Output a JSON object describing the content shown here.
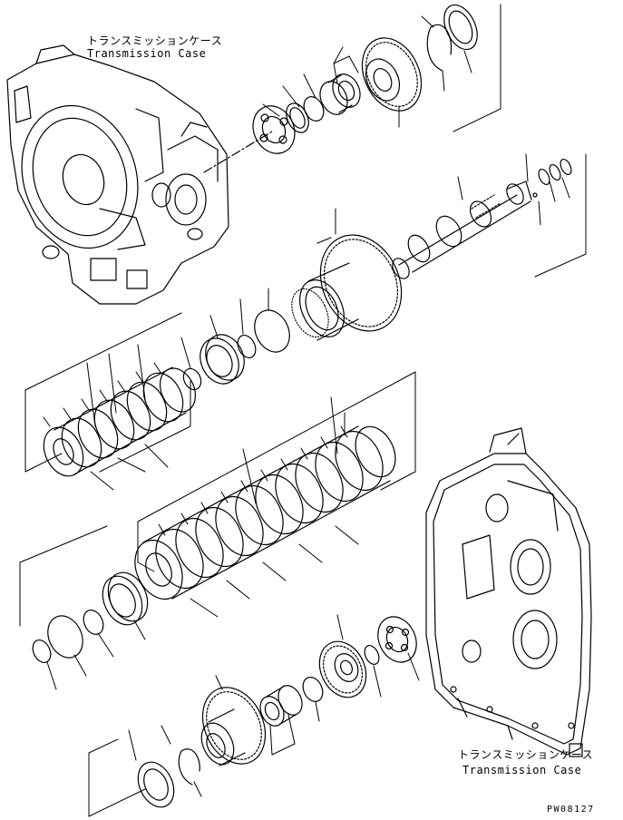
{
  "labels": {
    "case_top_jp": "トランスミッションケース",
    "case_top_en": "Transmission Case",
    "case_bottom_jp": "トランスミッションケース",
    "case_bottom_en": "Transmission Case",
    "figure_code": "PW08127"
  },
  "colors": {
    "line": "#000000",
    "background": "#ffffff"
  }
}
